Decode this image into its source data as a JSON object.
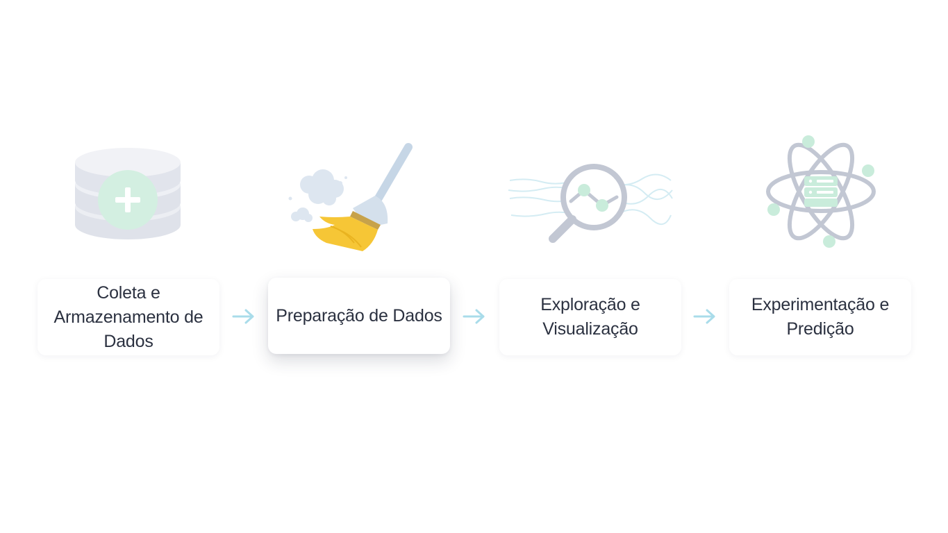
{
  "diagram": {
    "steps": [
      {
        "label": "Coleta e Armazenamento de Dados",
        "icon": "database-add-icon"
      },
      {
        "label": "Preparação de Dados",
        "icon": "broom-icon",
        "highlighted": true
      },
      {
        "label": "Exploração e Visualização",
        "icon": "magnifier-chart-icon"
      },
      {
        "label": "Experimentação e Predição",
        "icon": "atom-server-icon"
      }
    ],
    "arrow_icon": "arrow-right-icon"
  },
  "colors": {
    "text": "#2b3140",
    "arrow": "#a9dcea",
    "icon_gray": "#c2c7d3",
    "icon_mint": "#c9ecdb",
    "broom_yellow": "#f6c636",
    "broom_handle": "#b9cfe3"
  }
}
